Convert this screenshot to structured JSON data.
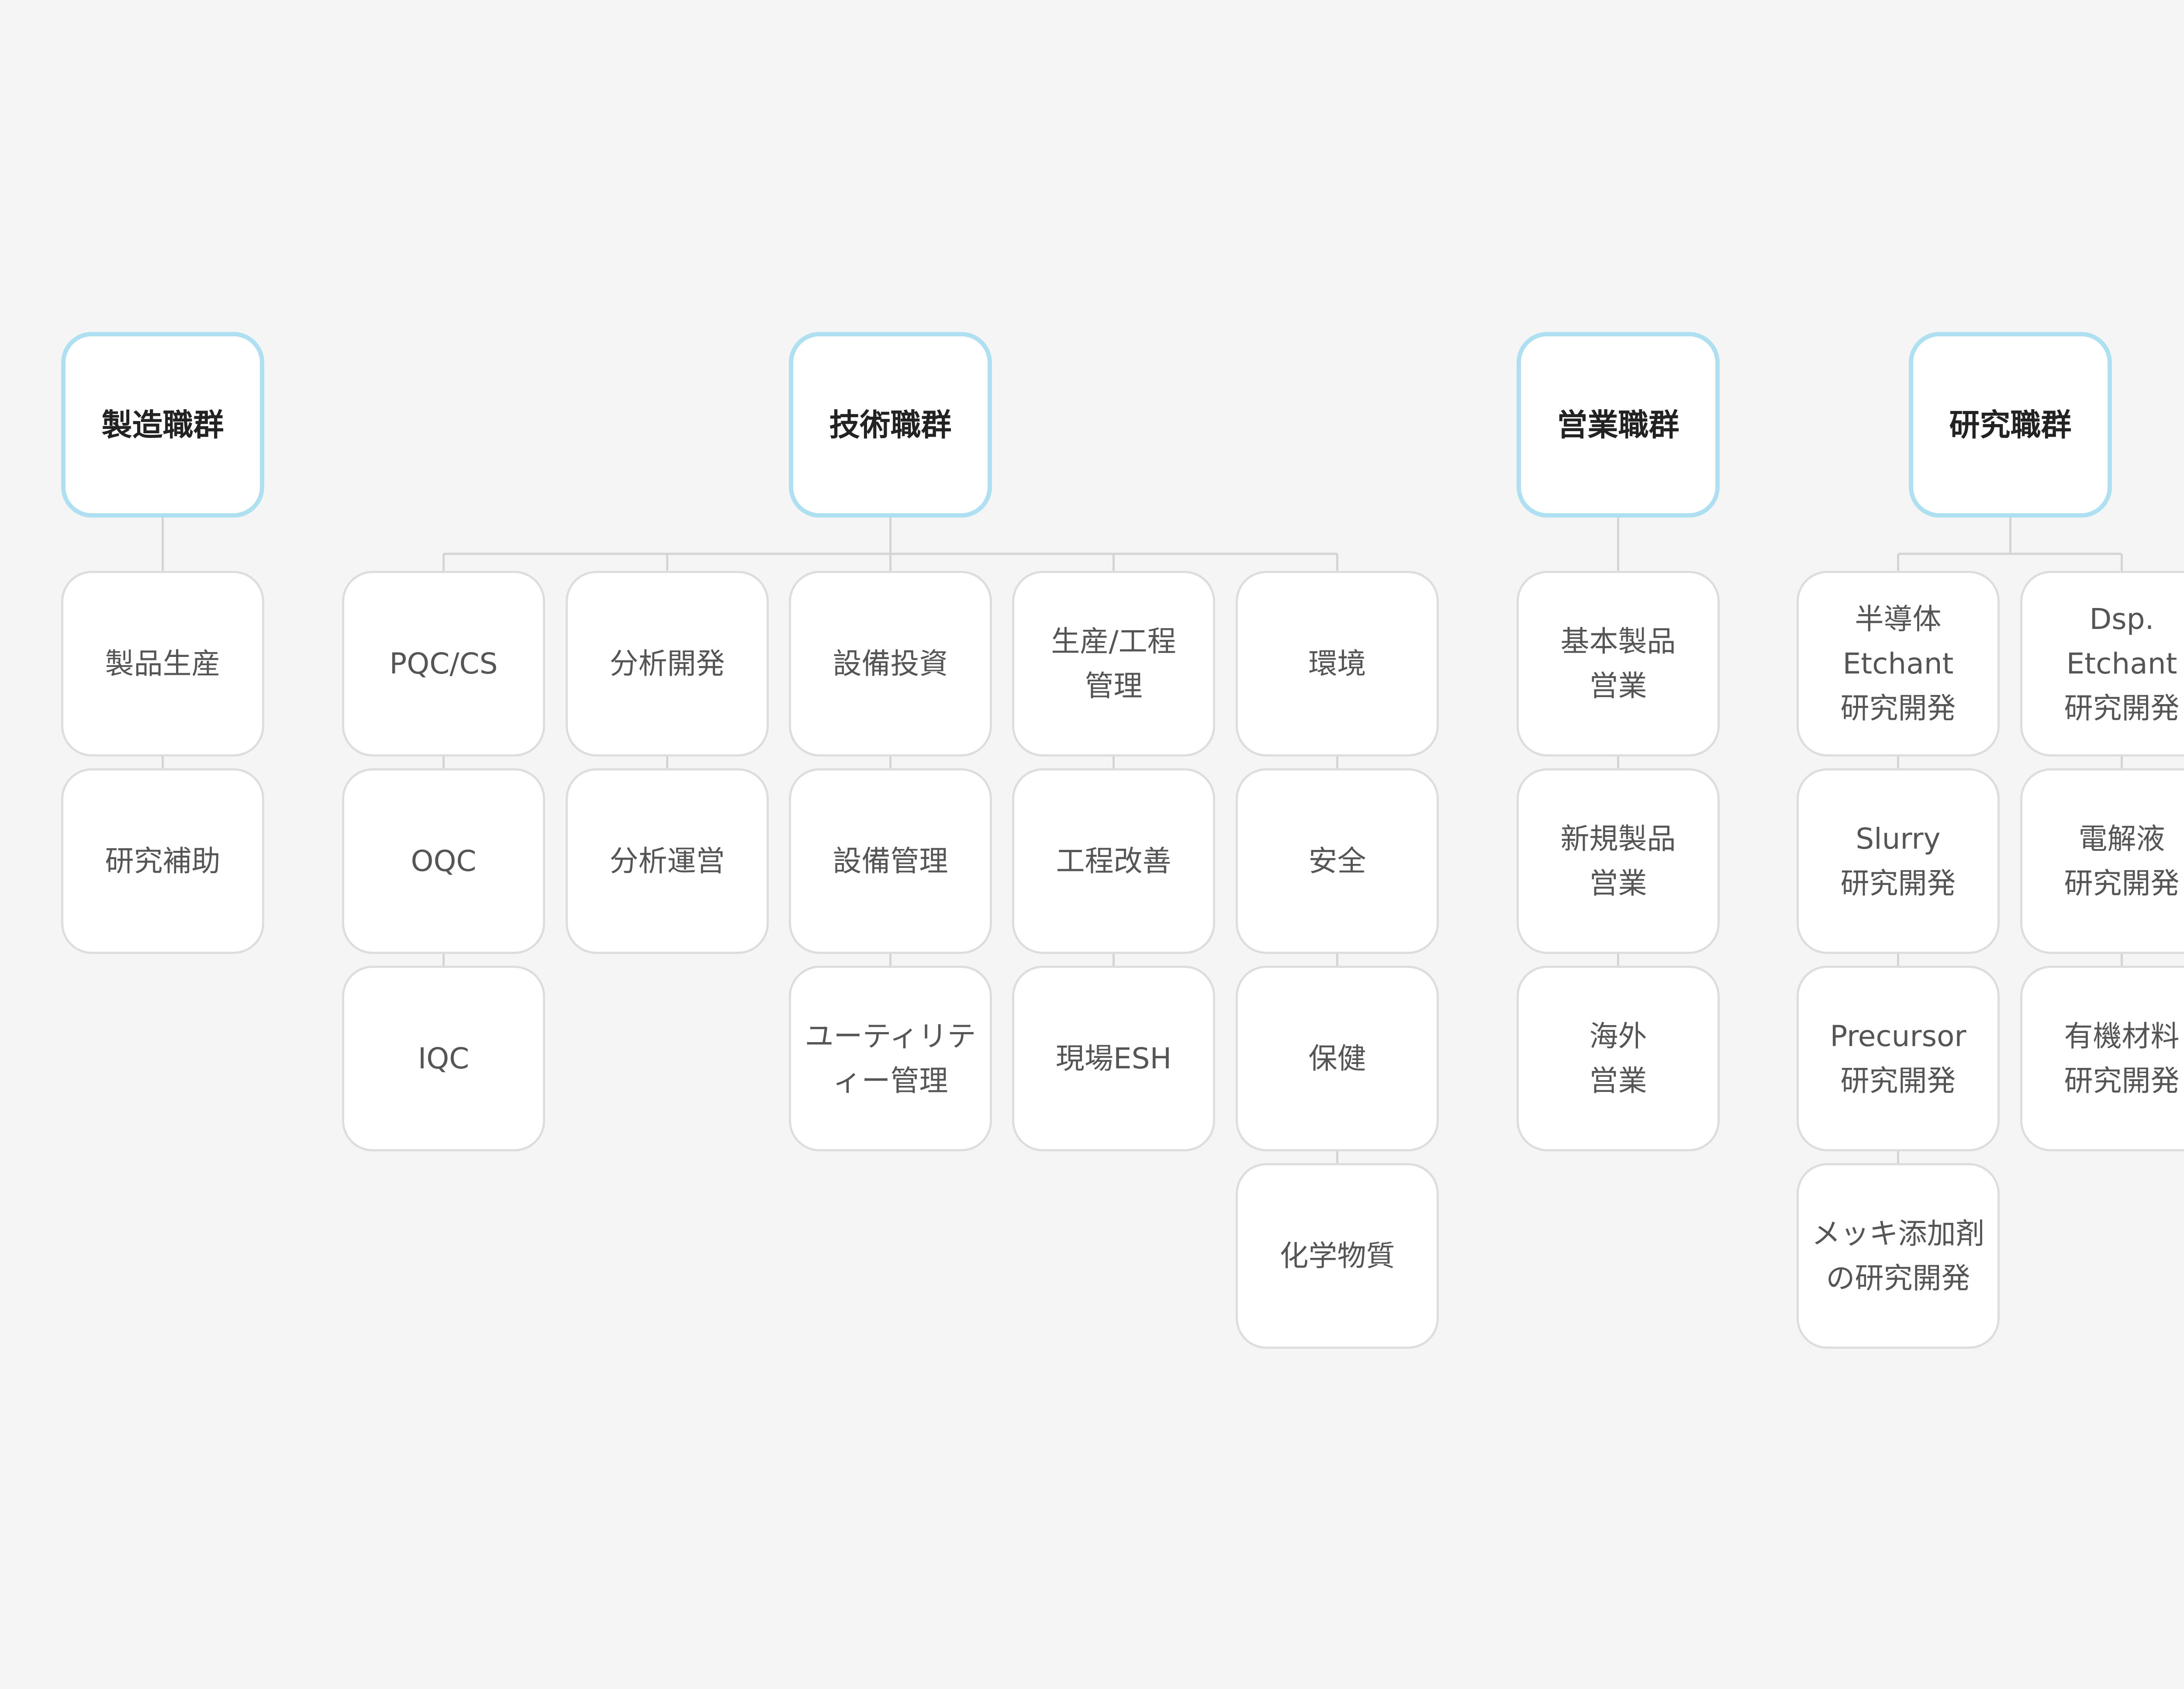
{
  "colors": {
    "background": "#f5f5f5",
    "node_fill": "#ffffff",
    "node_border": "#dddddd",
    "category_border": "#aee0f2",
    "connector": "#d4d4d4",
    "category_text": "#222222",
    "node_text": "#555555"
  },
  "categories": [
    {
      "name": "製造職群",
      "columns": [
        [
          "製品生産",
          "研究補助"
        ]
      ]
    },
    {
      "name": "技術職群",
      "columns": [
        [
          "PQC/CS",
          "OQC",
          "IQC"
        ],
        [
          "分析開発",
          "分析運営"
        ],
        [
          "設備投資",
          "設備管理",
          "ユーティリテ\nィー管理"
        ],
        [
          "生産/工程\n管理",
          "工程改善",
          "現場ESH"
        ],
        [
          "環境",
          "安全",
          "保健",
          "化学物質"
        ]
      ]
    },
    {
      "name": "営業職群",
      "columns": [
        [
          "基本製品\n営業",
          "新規製品\n営業",
          "海外\n営業"
        ]
      ]
    },
    {
      "name": "研究職群",
      "columns": [
        [
          "半導体\nEtchant\n研究開発",
          "Slurry\n研究開発",
          "Precursor\n研究開発",
          "メッキ添加剤\nの研究開発"
        ],
        [
          "Dsp.\nEtchant\n研究開発",
          "電解液\n研究開発",
          "有機材料\n研究開発"
        ]
      ]
    }
  ]
}
